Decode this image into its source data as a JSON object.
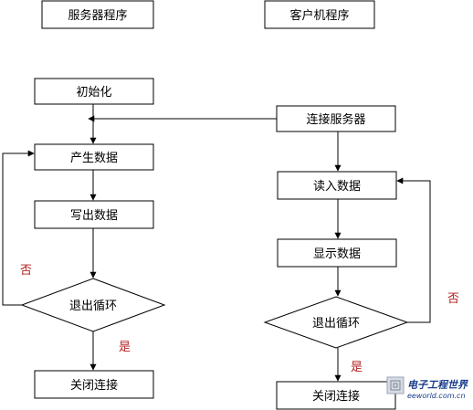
{
  "server": {
    "title": "服务器程序",
    "init": "初始化",
    "generate": "产生数据",
    "write": "写出数据",
    "decision": "退出循环",
    "close": "关闭连接",
    "no_label": "否",
    "yes_label": "是"
  },
  "client": {
    "title": "客户机程序",
    "connect": "连接服务器",
    "read": "读入数据",
    "display": "显示数据",
    "decision": "退出循环",
    "close": "关闭连接",
    "no_label": "否",
    "yes_label": "是"
  },
  "watermark": {
    "title": "电子工程世界",
    "url": "eeworld.com.cn"
  }
}
